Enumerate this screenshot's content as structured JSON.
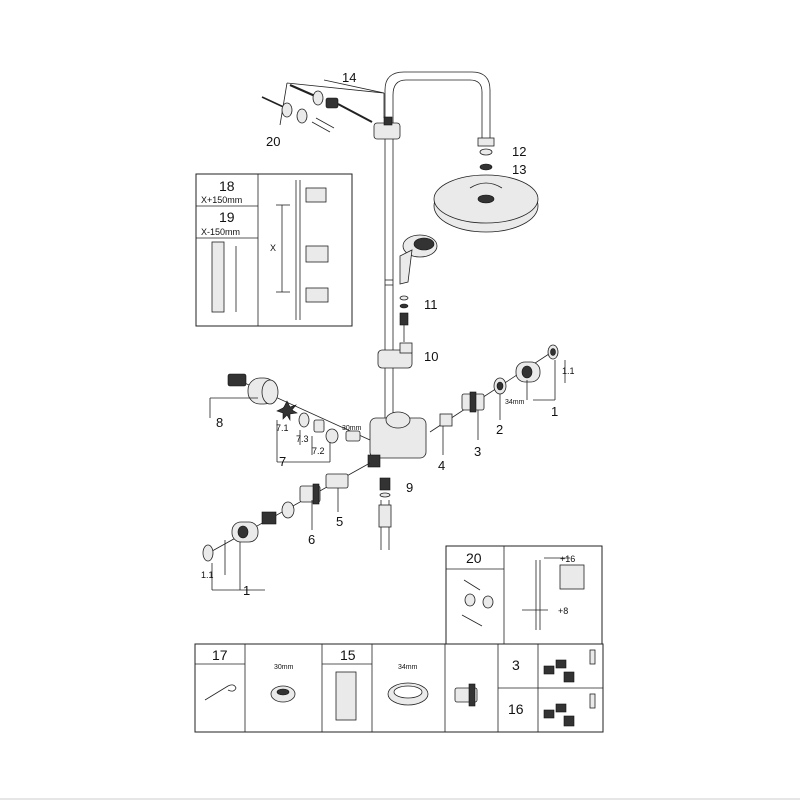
{
  "callouts": {
    "n14": "14",
    "n20": "20",
    "n12": "12",
    "n13": "13",
    "n11": "11",
    "n10": "10",
    "n1_1_right": "1.1",
    "n1_right": "1",
    "n2": "2",
    "n3": "3",
    "n4": "4",
    "n8": "8",
    "n7_1": "7.1",
    "n7_3": "7.3",
    "n7_2": "7.2",
    "n7": "7",
    "n9": "9",
    "n6": "6",
    "n5": "5",
    "n1_1_left": "1.1",
    "n1_left": "1",
    "dim_30mm_mid": "30mm",
    "dim_34mm_mid": "34mm"
  },
  "inset_left": {
    "n18": "18",
    "x_plus": "X+150mm",
    "n19": "19",
    "x_minus": "X-150mm",
    "x_label": "X"
  },
  "inset_right": {
    "n20": "20",
    "plus16": "+16",
    "plus8": "+8"
  },
  "tools": {
    "n17": "17",
    "dim_30mm": "30mm",
    "n15": "15",
    "dim_34mm": "34mm",
    "n3": "3",
    "n16": "16"
  }
}
